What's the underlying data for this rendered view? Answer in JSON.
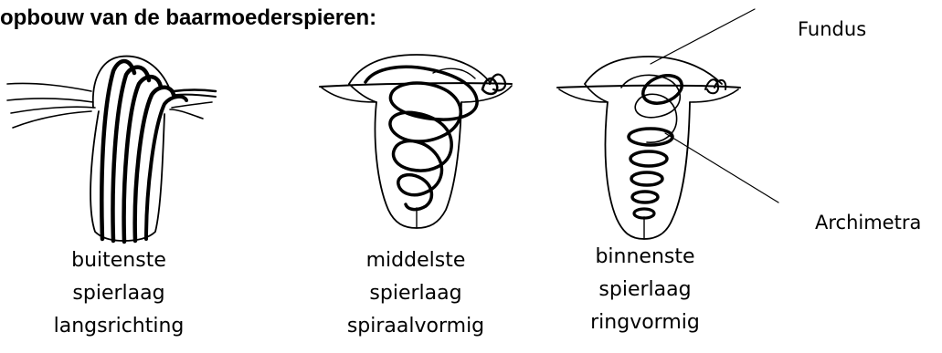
{
  "title": "opbouw van de baarmoederspieren:",
  "labels": {
    "fundus": "Fundus",
    "archimetra": "Archimetra"
  },
  "figures": [
    {
      "line1": "buitenste",
      "line2": "spierlaag",
      "line3": "langsrichting"
    },
    {
      "line1": "middelste",
      "line2": "spierlaag",
      "line3": "spiraalvormig"
    },
    {
      "line1": "binnenste",
      "line2": "spierlaag",
      "line3": "ringvormig"
    }
  ]
}
